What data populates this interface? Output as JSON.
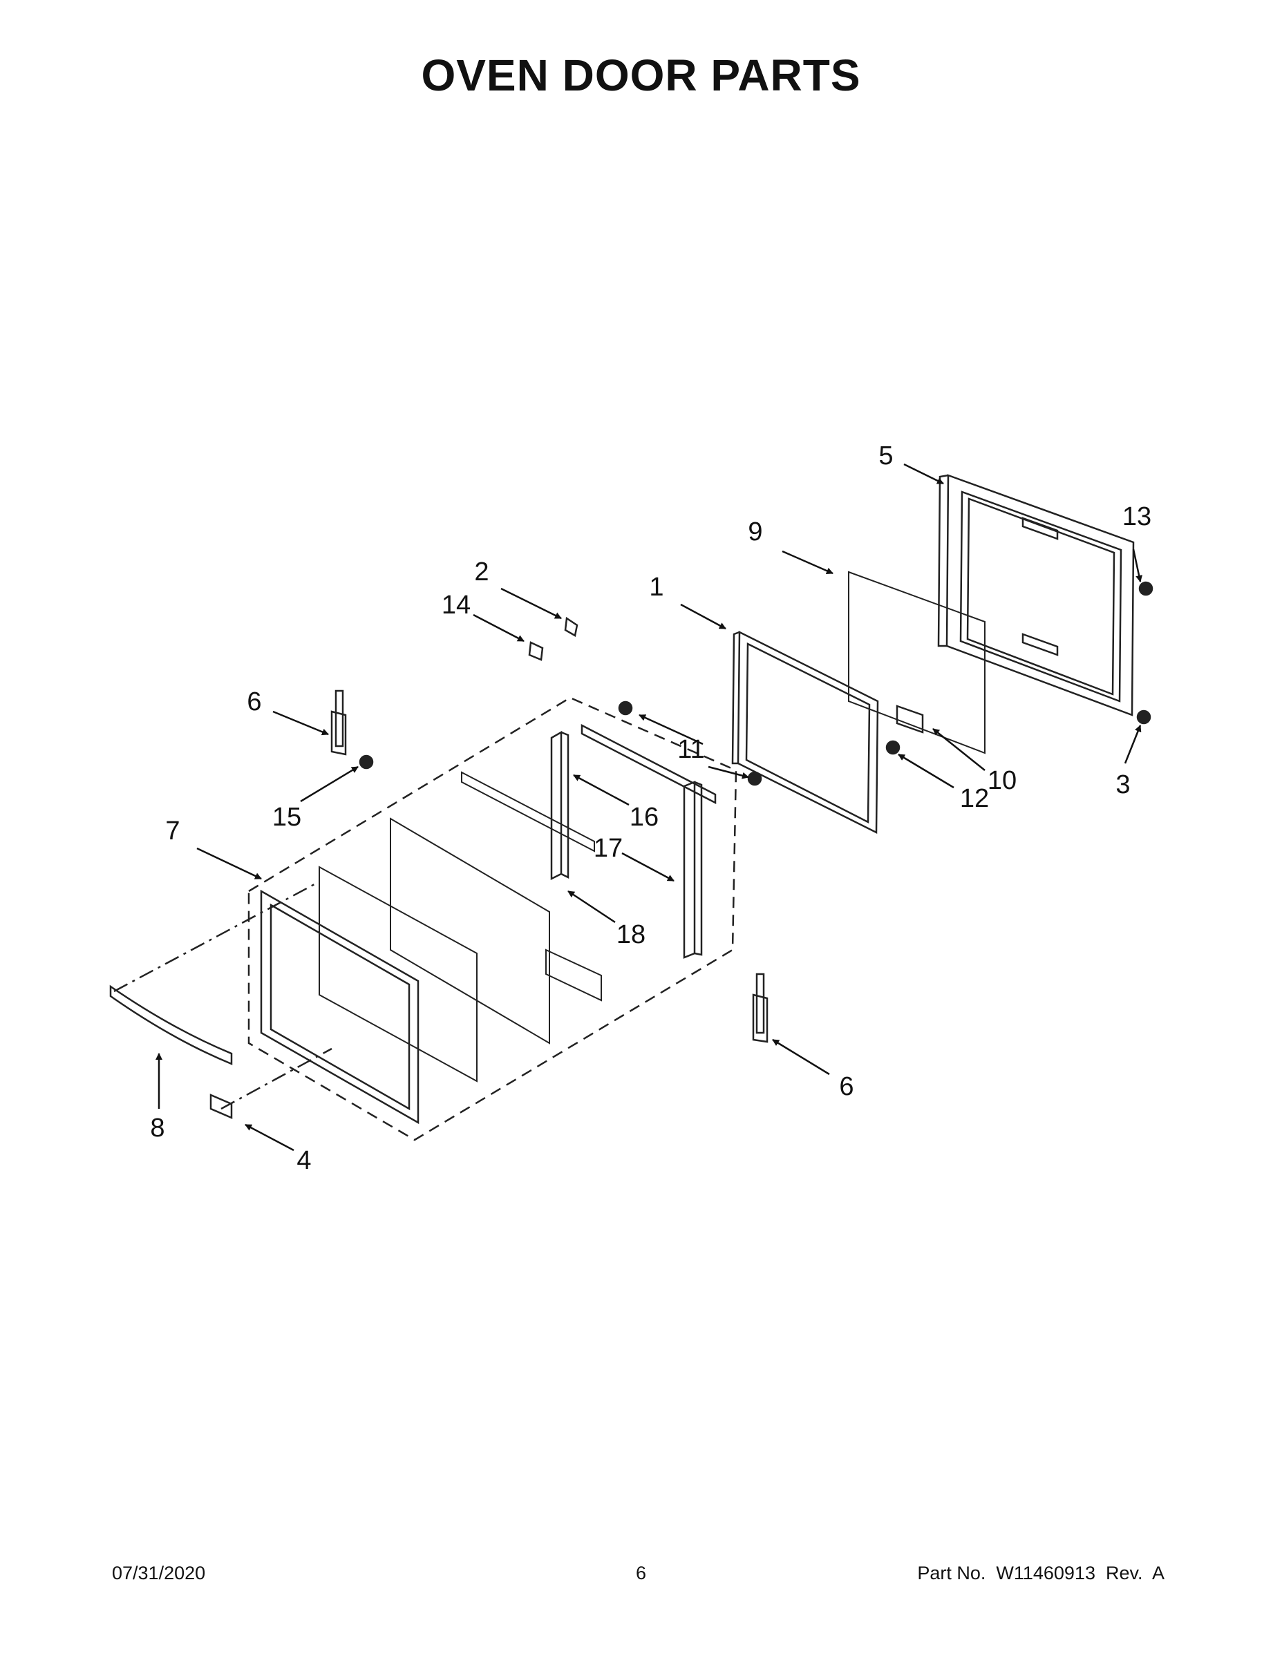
{
  "title": "OVEN DOOR PARTS",
  "callouts": {
    "c1": "1",
    "c2": "2",
    "c3": "3",
    "c4": "4",
    "c5": "5",
    "c6a": "6",
    "c6b": "6",
    "c7": "7",
    "c8": "8",
    "c9": "9",
    "c10": "10",
    "c11": "11",
    "c12": "12",
    "c13": "13",
    "c14": "14",
    "c15": "15",
    "c16": "16",
    "c17": "17",
    "c18": "18"
  },
  "footer": {
    "date": "07/31/2020",
    "page": "6",
    "part": "Part No.  W11460913  Rev.  A"
  }
}
